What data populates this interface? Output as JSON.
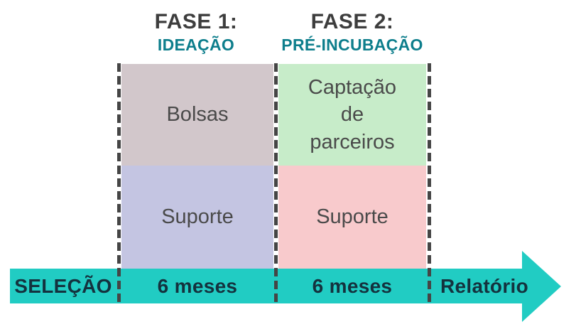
{
  "colors": {
    "background": "#ffffff",
    "heading_dark": "#3d3d3d",
    "heading_teal": "#0d7e8c",
    "box_mauve": "#d2c7cb",
    "box_green": "#c7ecc9",
    "box_lavender": "#c4c5e2",
    "box_pink": "#f8cacc",
    "box_text": "#4a4a4a",
    "band_teal": "#21ccc3",
    "band_text": "#14323e",
    "dash": "#454545"
  },
  "phases": [
    {
      "title": "FASE 1:",
      "subtitle": "IDEAÇÃO",
      "top_box": "Bolsas",
      "bottom_box": "Suporte",
      "duration": "6 meses"
    },
    {
      "title": "FASE 2:",
      "subtitle": "PRÉ-INCUBAÇÃO",
      "top_box": "Captação\nde\nparceiros",
      "bottom_box": "Suporte",
      "duration": "6 meses"
    }
  ],
  "timeline": {
    "start_label": "SELEÇÃO",
    "end_label": "Relatório"
  }
}
